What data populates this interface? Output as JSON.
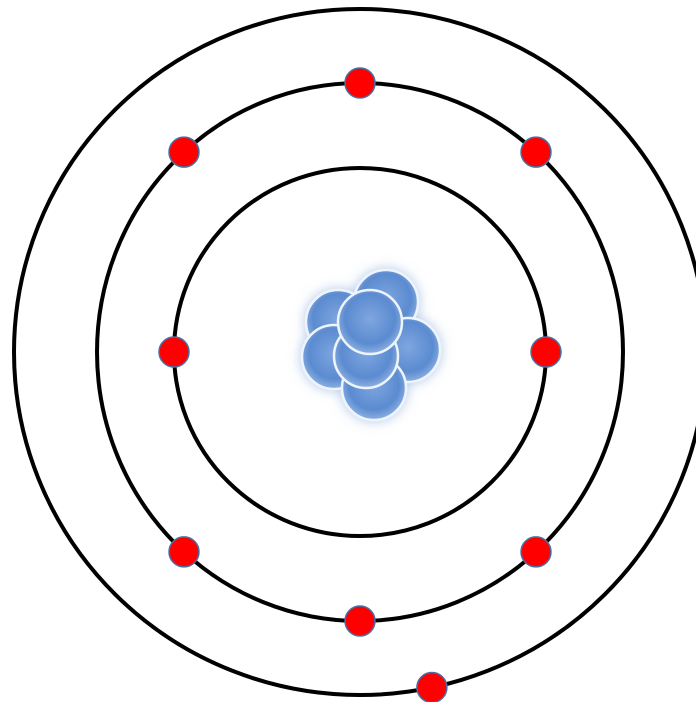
{
  "diagram": {
    "type": "bohr-atom-model",
    "colors": {
      "background": "#ffffff",
      "shell": "#000000",
      "electron": "#ff0000",
      "electron_outline": "#4a6fa5",
      "nucleon": "#5b8bd0",
      "nucleon_highlight": "#8fb3e6",
      "nucleon_outline": "#eef4fb"
    },
    "shells": [
      {
        "name": "inner-shell",
        "electron_count": 2
      },
      {
        "name": "middle-shell",
        "electron_count": 6
      },
      {
        "name": "outer-shell",
        "electron_count": 1
      }
    ],
    "nucleus": {
      "nucleon_count": 7
    }
  }
}
